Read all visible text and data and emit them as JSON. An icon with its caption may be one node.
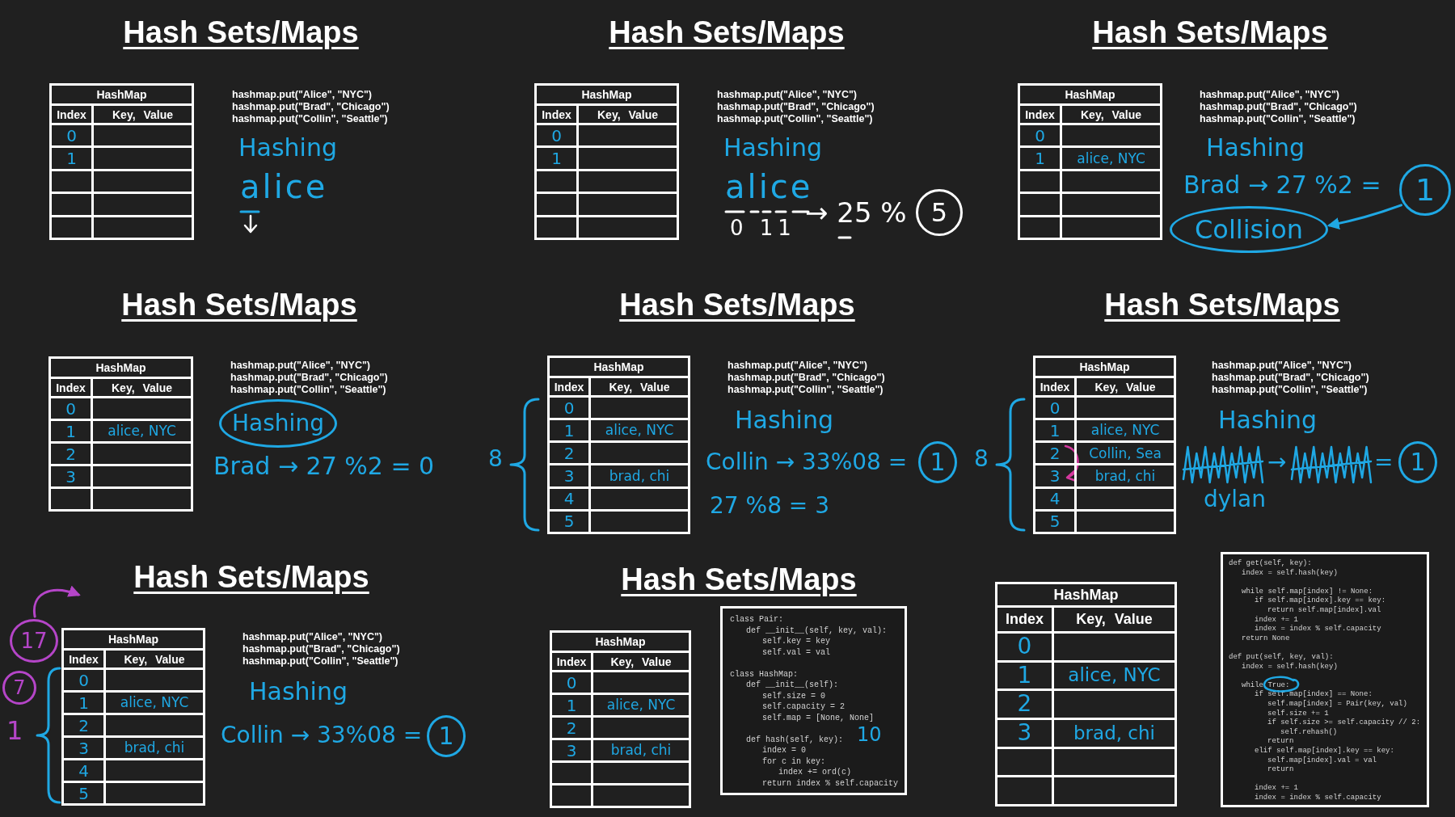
{
  "diagram": {
    "nodes": [
      {
        "text": [
          "5"
        ]
      },
      {
        "text": [
          "1"
        ]
      },
      {
        "text": [
          "Collision"
        ]
      },
      {
        "text": [
          "Hashing"
        ]
      },
      {
        "text": [
          "1"
        ]
      },
      {
        "text": [
          "1"
        ]
      },
      {
        "text": [
          "17"
        ]
      },
      {
        "text": [
          "7"
        ]
      },
      {
        "text": [
          "1"
        ]
      },
      {
        "text": [
          "class Pair:",
          "def __init__(self, key, val):",
          "self.key = key",
          "self.val = val",
          "class HashMap:",
          "def __init__(self):",
          "self.size = 0",
          "self.capacity = 2",
          "self.map = [None, None]",
          "def hash(self, key):",
          "index = 0",
          "for c in key:",
          "index += ord(c)",
          "return index % self.capacity",
          "10"
        ]
      },
      {
        "text": [
          "def get(self, key):",
          "index = self.hash(key)",
          "while self.map[index] != None:",
          "if self.map[index].key == key:",
          "return self.map[index].val",
          "index += 1",
          "index = index % self.capacity",
          "return None",
          "def put(self, key, val):",
          "index = self.hash(key)",
          "while True:",
          "if self.map[index] == None:",
          "self.map[index] = Pair(key, val)",
          "self.size += 1",
          "if self.size >= self.capacity // 2:",
          "self.rehash()",
          "return",
          "elif self.map[index].key == key:",
          "self.map[index].val = val",
          "return",
          "index += 1",
          "index = index % self.capacity"
        ]
      }
    ],
    "edges": [
      {
        "from": 1,
        "to": 2,
        "arrow": "to"
      },
      {
        "from": 6,
        "to": null,
        "arrow": "to",
        "color": "#b545c8"
      }
    ],
    "labels": [
      "Hash Sets/Maps",
      "HashMap",
      "Index",
      "Key, Value",
      "0",
      "1",
      "hashmap.put(\"Alice\", \"NYC\")",
      "hashmap.put(\"Brad\", \"Chicago\")",
      "hashmap.put(\"Collin\", \"Seattle\")",
      "Hashing",
      "alice",
      "Hash Sets/Maps",
      "HashMap",
      "Index",
      "Key, Value",
      "0",
      "1",
      "hashmap.put(\"Alice\", \"NYC\")",
      "hashmap.put(\"Brad\", \"Chicago\")",
      "hashmap.put(\"Collin\", \"Seattle\")",
      "Hashing",
      "alice",
      "0 11",
      "→ 25 %",
      "Hash Sets/Maps",
      "HashMap",
      "Index",
      "Key, Value",
      "0",
      "1",
      "alice, NYC",
      "hashmap.put(\"Alice\", \"NYC\")",
      "hashmap.put(\"Brad\", \"Chicago\")",
      "hashmap.put(\"Collin\", \"Seattle\")",
      "Hashing",
      "Brad → 27 %2 =",
      "Hash Sets/Maps",
      "HashMap",
      "Index",
      "Key, Value",
      "0",
      "1",
      "alice, NYC",
      "2",
      "3",
      "hashmap.put(\"Alice\", \"NYC\")",
      "hashmap.put(\"Brad\", \"Chicago\")",
      "hashmap.put(\"Collin\", \"Seattle\")",
      "Brad → 27 %2 = 0",
      "Hash Sets/Maps",
      "8",
      "HashMap",
      "Index",
      "Key, Value",
      "0",
      "1",
      "alice, NYC",
      "2",
      "3",
      "brad, chi",
      "4",
      "5",
      "hashmap.put(\"Alice\", \"NYC\")",
      "hashmap.put(\"Brad\", \"Chicago\")",
      "hashmap.put(\"Collin\", \"Seattle\")",
      "Hashing",
      "Collin → 33%08 =",
      "27 %8 = 3",
      "Hash Sets/Maps",
      "8",
      "HashMap",
      "Index",
      "Key, Value",
      "0",
      "1",
      "alice, NYC",
      "2",
      "Collin, Sea",
      "3",
      "brad, chi",
      "4",
      "5",
      "hashmap.put(\"Alice\", \"NYC\")",
      "hashmap.put(\"Brad\", \"Chicago\")",
      "hashmap.put(\"Collin\", \"Seattle\")",
      "Hashing",
      "→",
      "=",
      "dylan",
      "Hash Sets/Maps",
      "1",
      "HashMap",
      "Index",
      "Key, Value",
      "0",
      "1",
      "alice, NYC",
      "2",
      "3",
      "brad, chi",
      "4",
      "5",
      "hashmap.put(\"Alice\", \"NYC\")",
      "hashmap.put(\"Brad\", \"Chicago\")",
      "hashmap.put(\"Collin\", \"Seattle\")",
      "Hashing",
      "Collin → 33%08 =",
      "Hash Sets/Maps",
      "HashMap",
      "Index",
      "Key, Value",
      "0",
      "1",
      "alice, NYC",
      "2",
      "3",
      "brad, chi",
      "HashMap",
      "Index",
      "Key, Value",
      "0",
      "1",
      "alice, NYC",
      "2",
      "3",
      "brad, chi"
    ]
  }
}
